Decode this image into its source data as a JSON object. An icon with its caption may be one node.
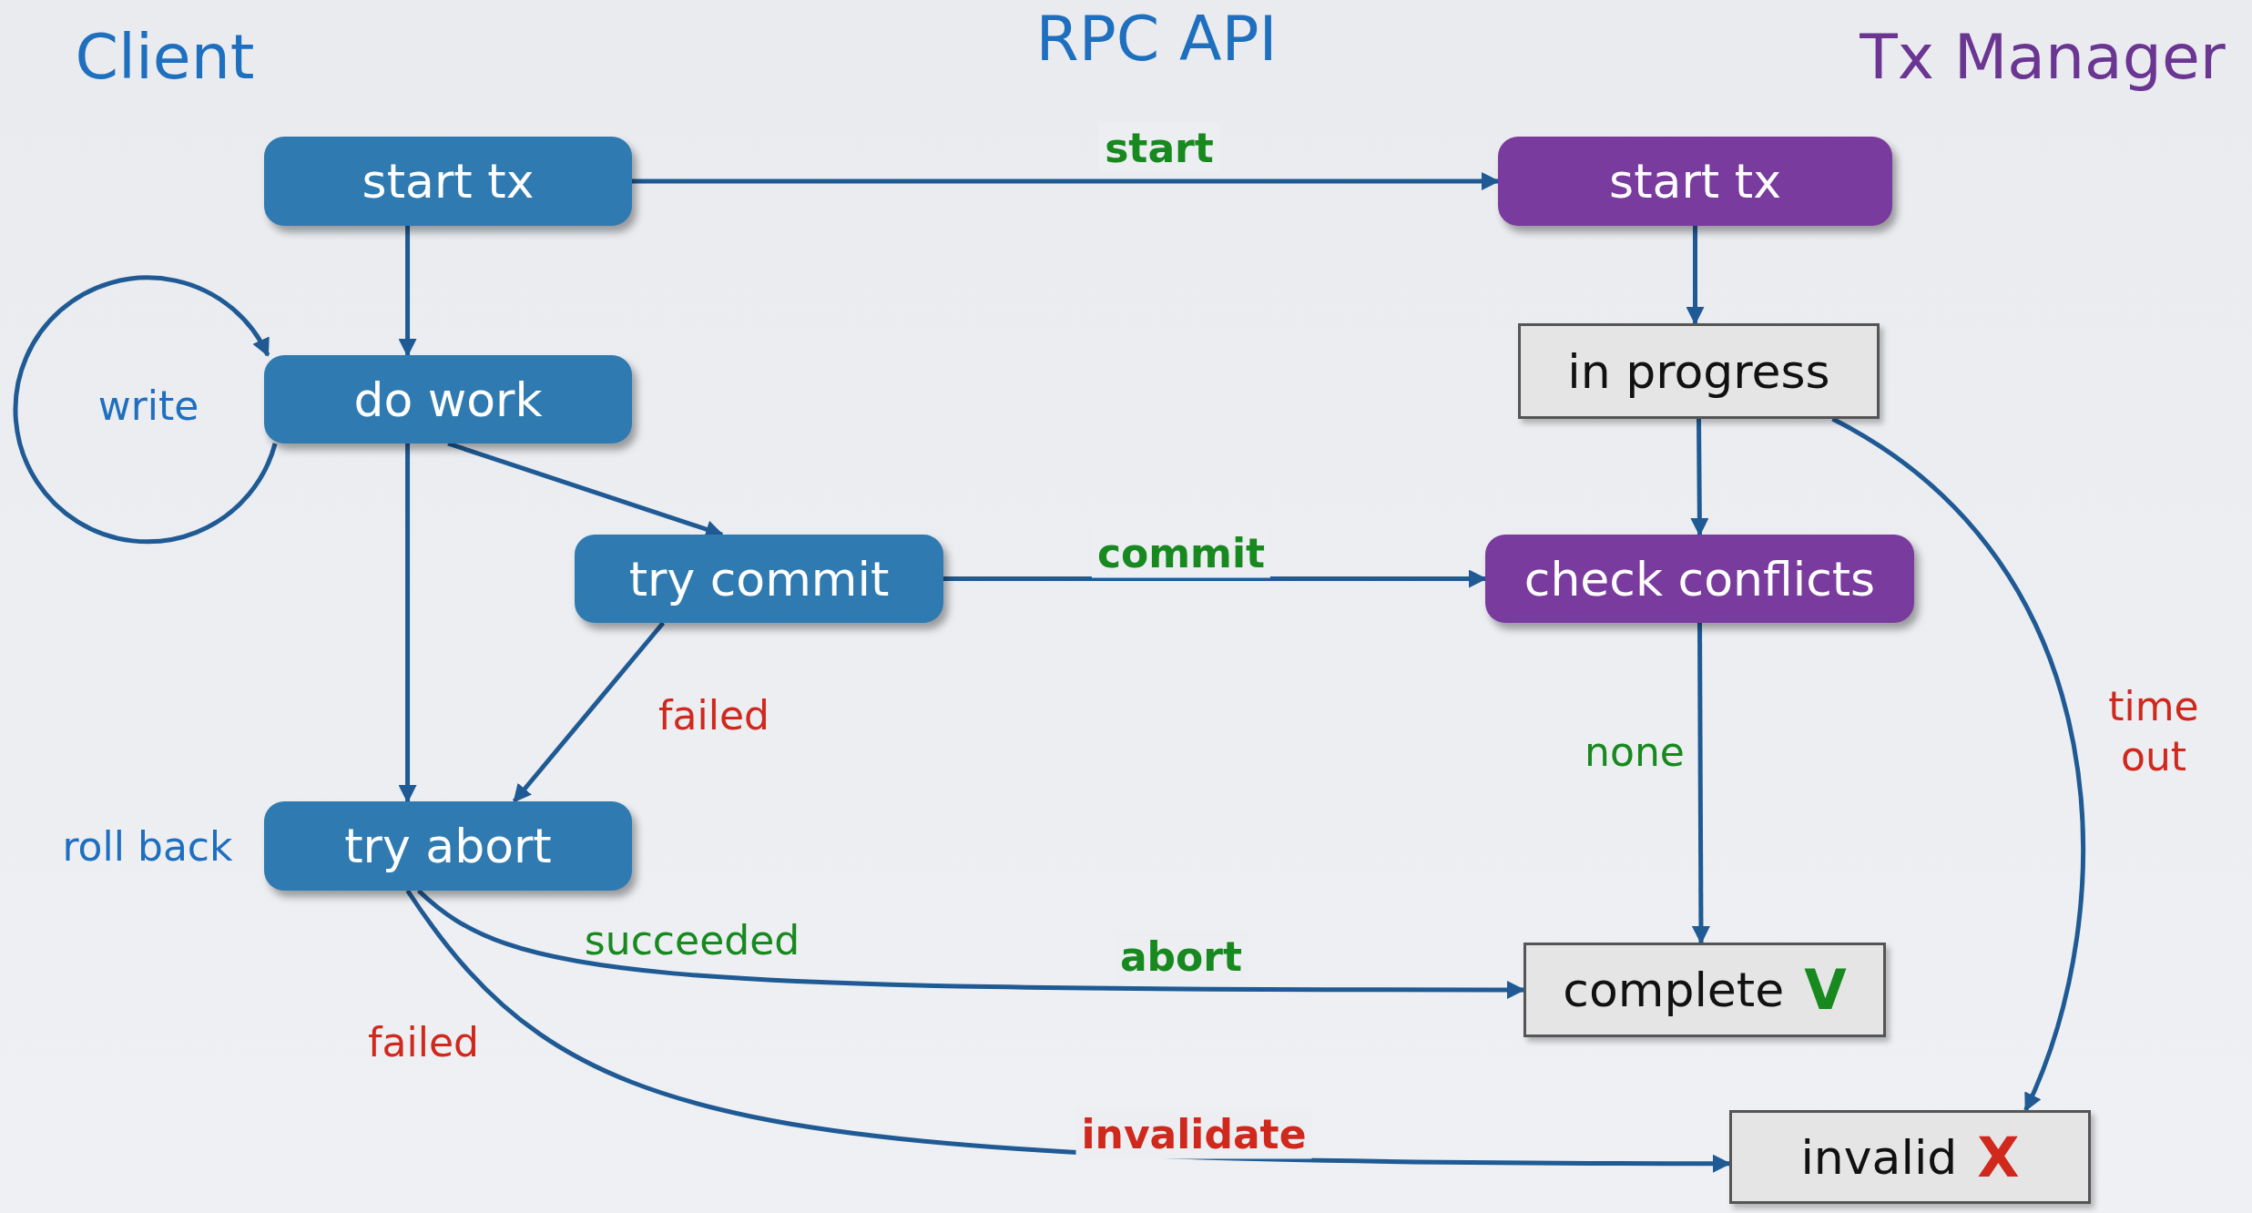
{
  "diagram": {
    "nodes": [
      {
        "text": [
          "start tx"
        ]
      },
      {
        "text": [
          "do work"
        ]
      },
      {
        "text": [
          "try commit"
        ]
      },
      {
        "text": [
          "try abort"
        ],
        "beside": [
          "roll back"
        ]
      },
      {
        "text": [
          "start tx"
        ]
      },
      {
        "text": [
          "in progress"
        ]
      },
      {
        "text": [
          "check conflicts"
        ]
      },
      {
        "text": [
          "complete",
          "V"
        ]
      },
      {
        "text": [
          "invalid",
          "X"
        ]
      }
    ],
    "edges": [
      {
        "from": 0,
        "to": 4,
        "arrow": "to",
        "label": "start"
      },
      {
        "from": 0,
        "to": 1,
        "arrow": "to"
      },
      {
        "from": 1,
        "to": 2,
        "arrow": "to"
      },
      {
        "from": 1,
        "to": 3,
        "arrow": "to"
      },
      {
        "from": 2,
        "to": 6,
        "arrow": "to",
        "label": "commit"
      },
      {
        "from": 2,
        "to": 3,
        "arrow": "to",
        "label": "failed"
      },
      {
        "from": 3,
        "to": 7,
        "arrow": "to",
        "label": "abort"
      },
      {
        "from": 3,
        "to": 8,
        "arrow": "to",
        "label": "invalidate"
      },
      {
        "from": 4,
        "to": 5,
        "arrow": "to"
      },
      {
        "from": 5,
        "to": 6,
        "arrow": "to"
      },
      {
        "from": 6,
        "to": 7,
        "arrow": "to",
        "label": "none"
      },
      {
        "from": 5,
        "to": 8,
        "arrow": "to",
        "label": "time out"
      },
      {
        "from": 1,
        "to": 1,
        "arrow": "to",
        "label": "write"
      }
    ],
    "labels": [
      "Client",
      "RPC API",
      "Tx Manager",
      "succeeded",
      "failed"
    ]
  }
}
